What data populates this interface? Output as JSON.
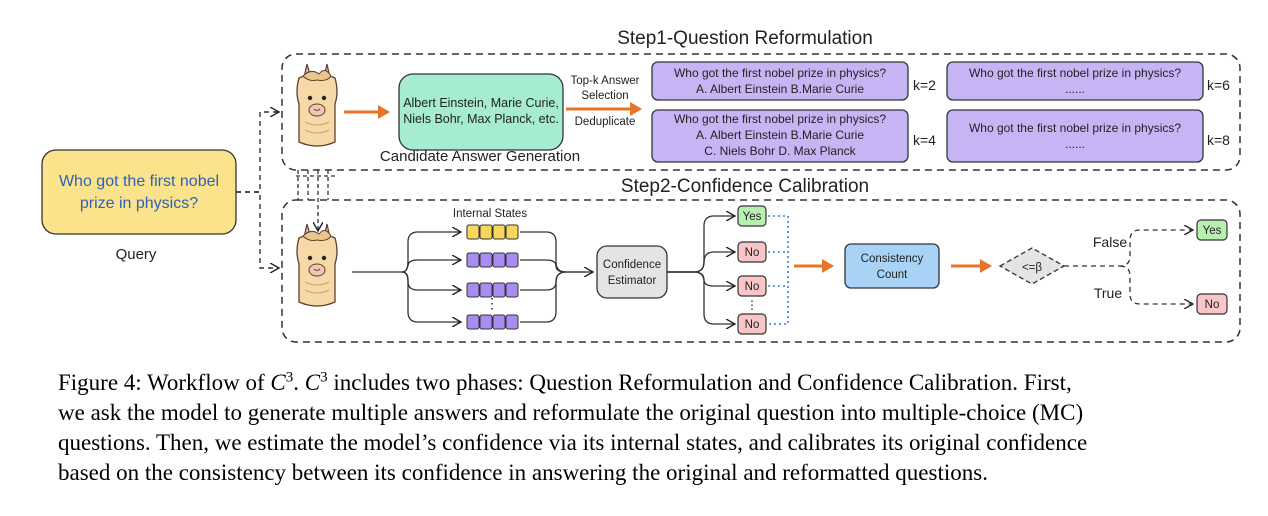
{
  "step1": {
    "title": "Step1-Question Reformulation",
    "candidate_answers": [
      "Albert Einstein, Marie Curie,",
      "Niels Bohr, Max Planck, etc."
    ],
    "candidate_label": "Candidate Answer Generation",
    "arrow_label_top": [
      "Top-k Answer",
      "Selection"
    ],
    "arrow_label_bottom": "Deduplicate",
    "mc_boxes": [
      {
        "lines": [
          "Who got the first nobel prize in physics?",
          "A. Albert Einstein B.Marie Curie"
        ],
        "k": "k=2"
      },
      {
        "lines": [
          "Who got the first nobel prize in physics?",
          "......"
        ],
        "k": "k=6"
      },
      {
        "lines": [
          "Who got the first nobel prize in physics?",
          "A. Albert Einstein B.Marie Curie",
          "C. Niels Bohr D. Max Planck"
        ],
        "k": "k=4"
      },
      {
        "lines": [
          "Who got the first nobel prize in physics?",
          "......"
        ],
        "k": "k=8"
      }
    ]
  },
  "query": {
    "text": [
      "Who got the first nobel",
      "prize in physics?"
    ],
    "label": "Query"
  },
  "step2": {
    "title": "Step2-Confidence Calibration",
    "internal_states_label": "Internal States",
    "estimator": [
      "Confidence",
      "Estimator"
    ],
    "outputs": [
      "Yes",
      "No",
      "No",
      "No"
    ],
    "consistency": [
      "Consistency",
      "Count"
    ],
    "diamond": "<=β",
    "false_label": "False",
    "true_label": "True",
    "false_result": "Yes",
    "true_result": "No"
  },
  "caption": {
    "figure_label": "Figure 4: Workflow of ",
    "c": "C",
    "sup": "3",
    "part1": ". ",
    "part2": " includes two phases: Question Reformulation and Confidence Calibration. First,",
    "line2": "we ask the model to generate multiple answers and reformulate the original question into multiple-choice (MC)",
    "line3": "questions. Then, we estimate the model’s confidence via its internal states, and calibrates its original confidence",
    "line4": "based on the consistency between its confidence in answering the original and reformatted questions."
  },
  "colors": {
    "query_fill": "#fbe38c",
    "candidate_fill": "#a6ecd0",
    "mc_fill": "#c7b4f4",
    "estimator_fill": "#e4e4e4",
    "consistency_fill": "#a9d3f6",
    "yes_fill": "#b8f0b0",
    "no_fill": "#f8c6c6",
    "arrow_orange": "#e8742a",
    "query_text": "#2d62b8",
    "state_yellow": "#f9d65c",
    "state_purple": "#a88cf0",
    "dotted_blue": "#3a7fd0"
  }
}
